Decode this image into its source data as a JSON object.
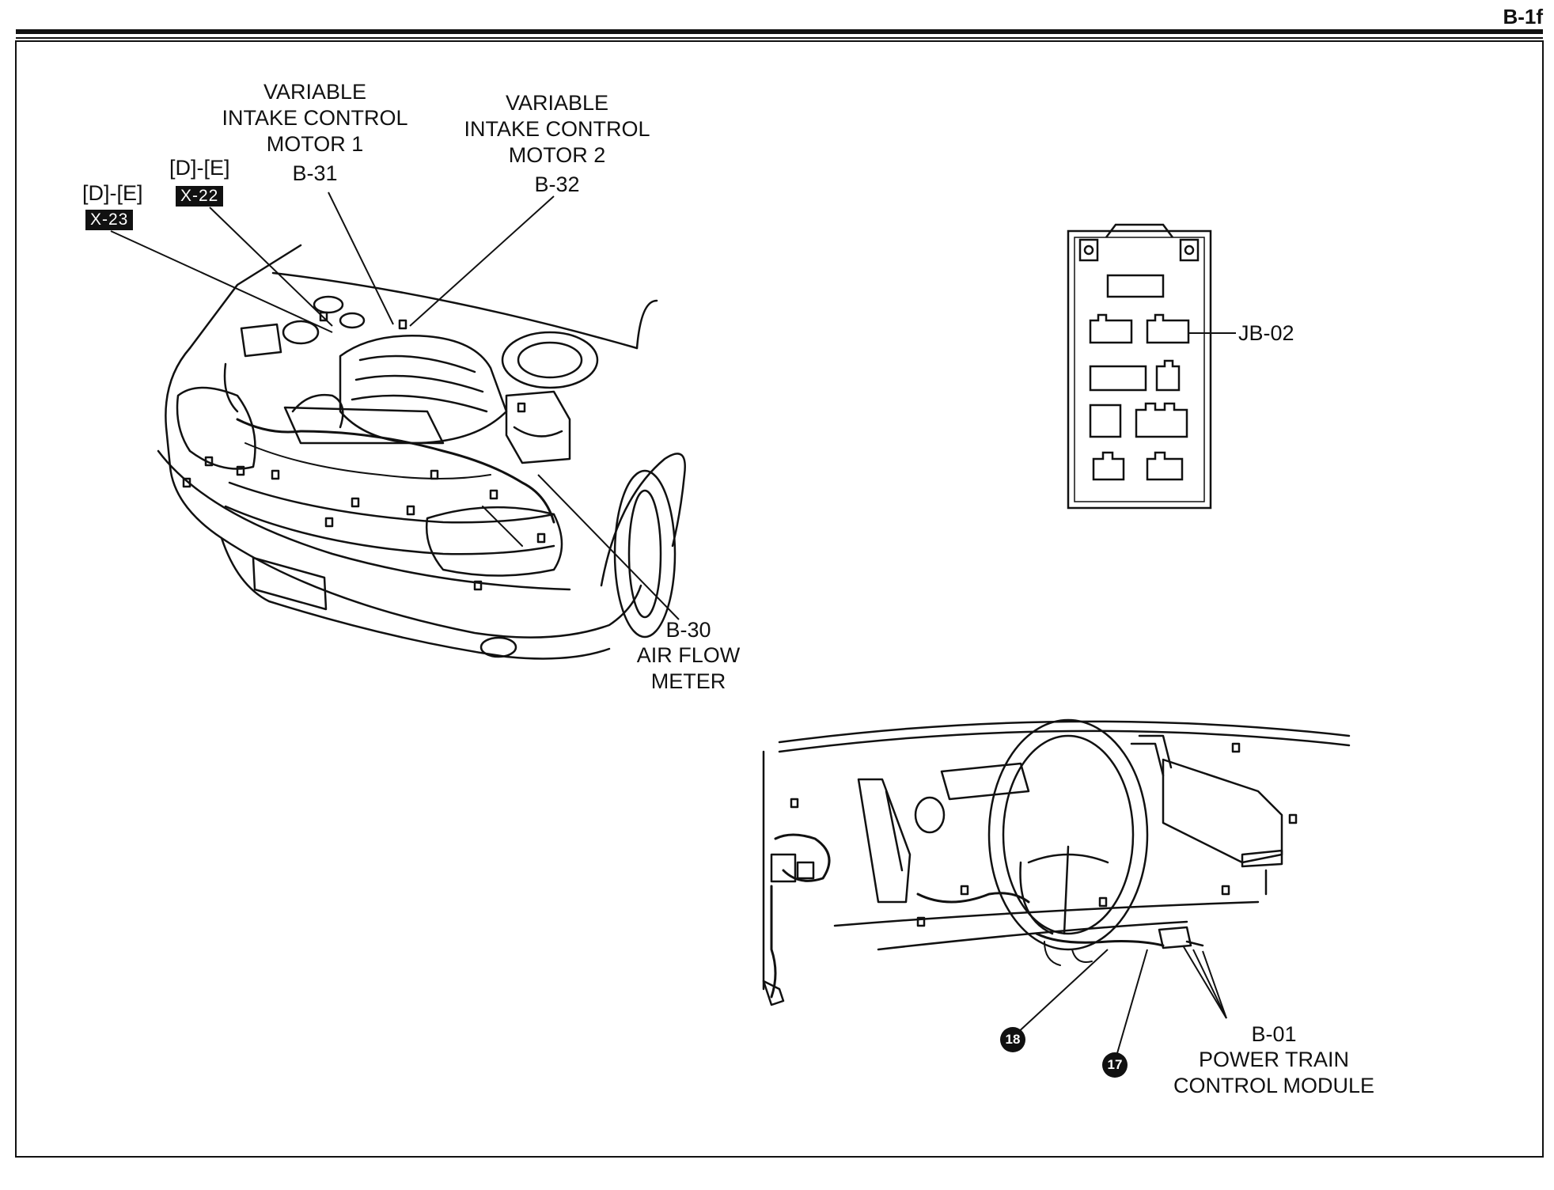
{
  "page_number": "B-1f",
  "engine_bay": {
    "x23": {
      "range": "[D]-[E]",
      "tag": "X-23"
    },
    "x22": {
      "range": "[D]-[E]",
      "tag": "X-22"
    },
    "b31": {
      "name": "VARIABLE\nINTAKE CONTROL\nMOTOR 1",
      "code": "B-31"
    },
    "b32": {
      "name": "VARIABLE\nINTAKE CONTROL\nMOTOR 2",
      "code": "B-32"
    },
    "b30": {
      "code": "B-30",
      "name": "AIR FLOW\nMETER"
    }
  },
  "junction_box": {
    "code": "JB-02"
  },
  "dashboard": {
    "b01": {
      "code": "B-01",
      "name": "POWER TRAIN\nCONTROL MODULE"
    },
    "ground_18": "18",
    "ground_17": "17"
  }
}
